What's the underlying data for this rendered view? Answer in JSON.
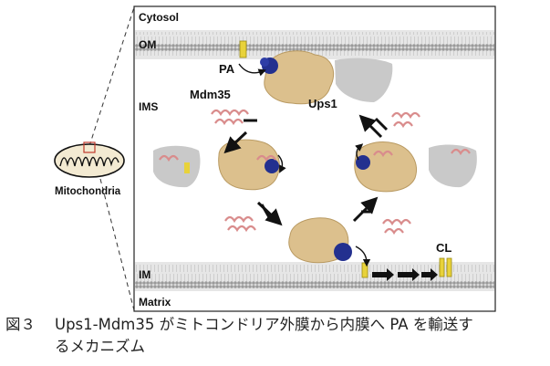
{
  "labels": {
    "cytosol": "Cytosol",
    "om": "OM",
    "ims": "IMS",
    "im": "IM",
    "matrix": "Matrix",
    "pa": "PA",
    "mdm35": "Mdm35",
    "ups1": "Ups1",
    "cl": "CL",
    "mitochondria": "Mitochondria"
  },
  "caption": {
    "number": "図３",
    "line1": "Ups1-Mdm35 がミトコンドリア外膜から内膜へ PA を輸送す",
    "line2": "るメカニズム"
  }
}
